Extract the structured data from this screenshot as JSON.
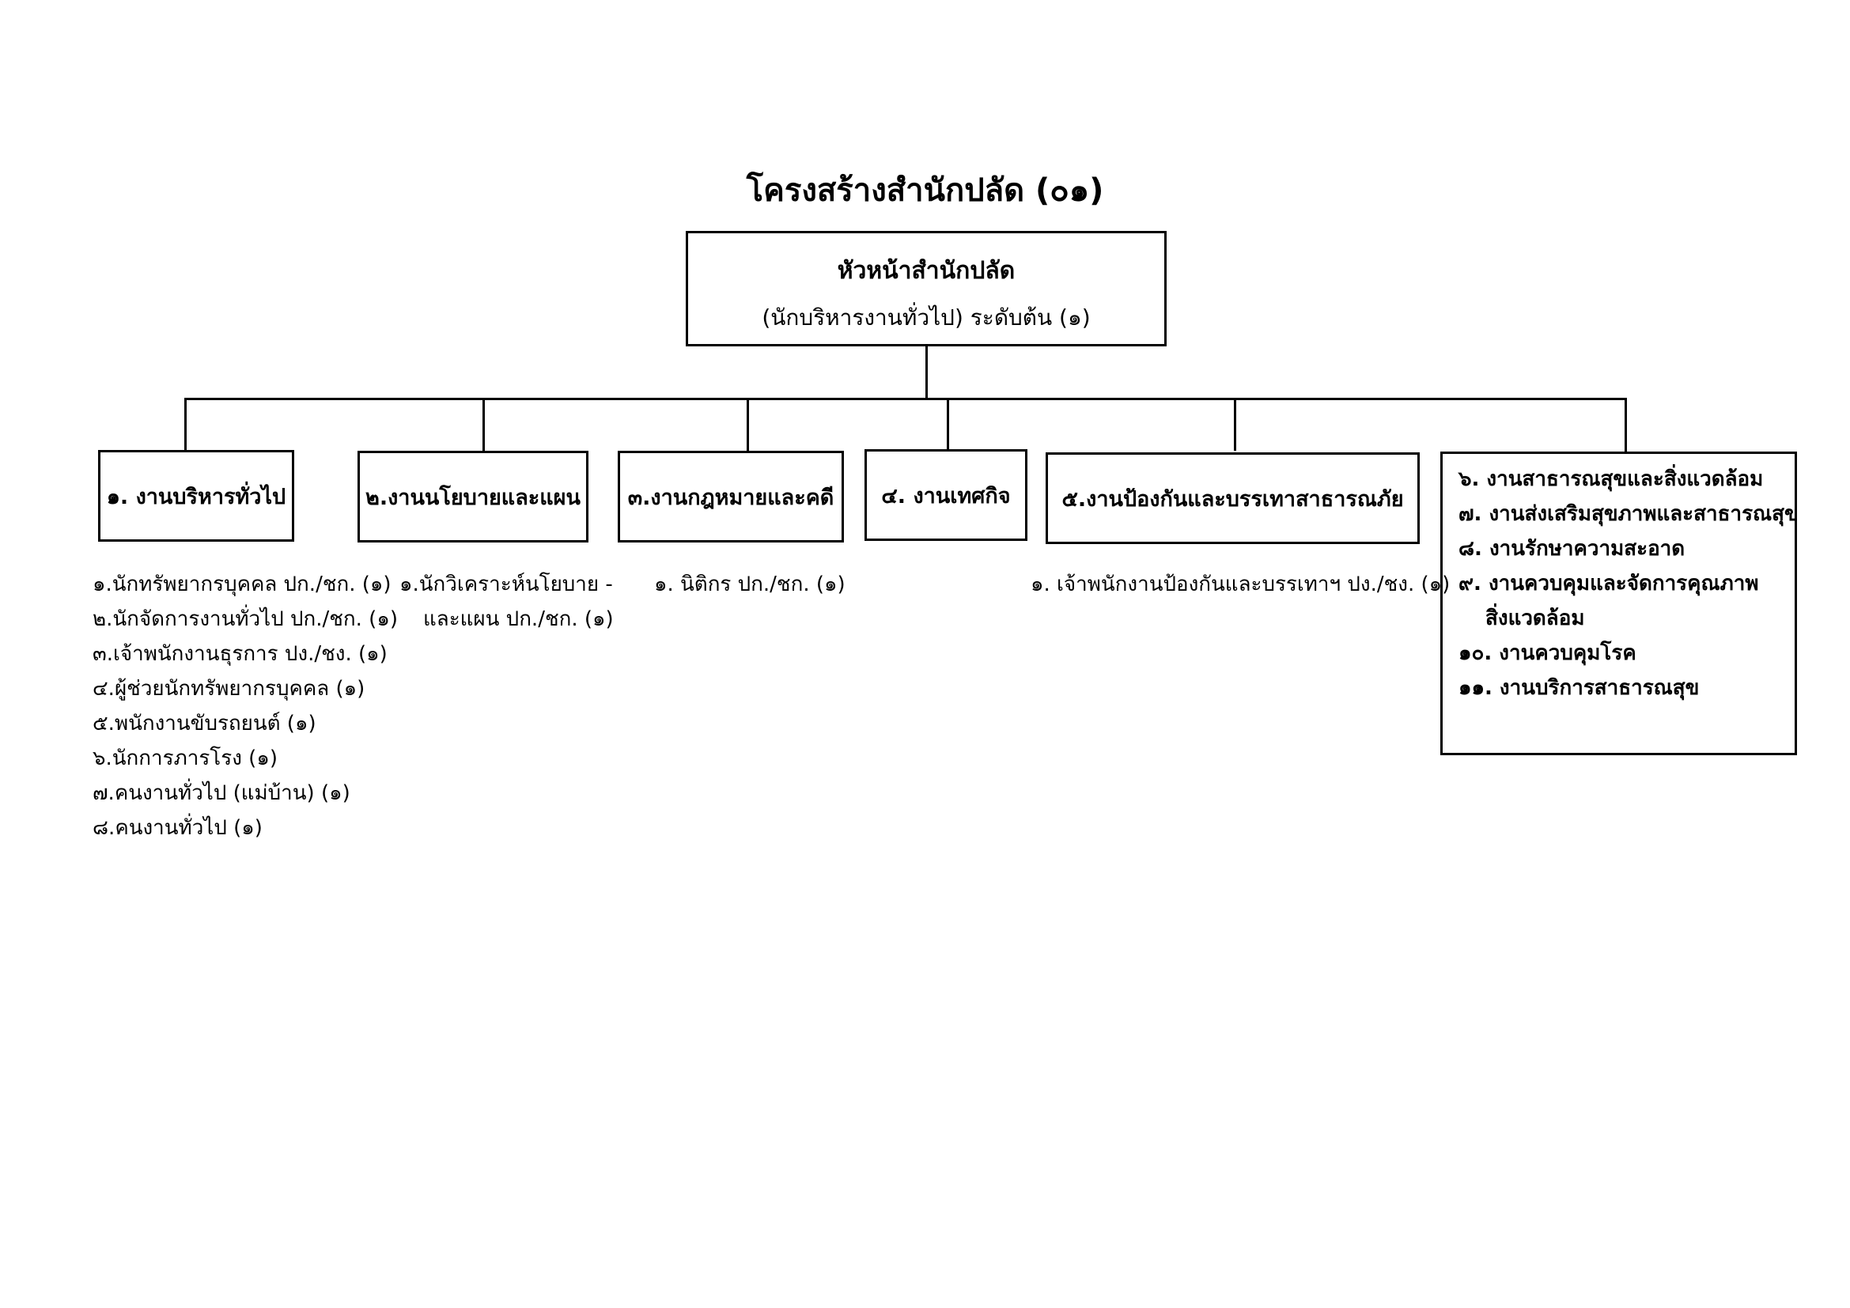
{
  "title": "โครงสร้างสำนักปลัด (๐๑)",
  "head": {
    "line1": "หัวหน้าสำนักปลัด",
    "line2": "(นักบริหารงานทั่วไป) ระดับต้น (๑)"
  },
  "units": [
    {
      "label": "๑. งานบริหารทั่วไป",
      "staff": [
        "๑.นักทรัพยากรบุคคล ปก./ชก. (๑)",
        "๒.นักจัดการงานทั่วไป ปก./ชก. (๑)",
        "๓.เจ้าพนักงานธุรการ ปง./ชง. (๑)",
        "๔.ผู้ช่วยนักทรัพยากรบุคคล (๑)",
        "๕.พนักงานขับรถยนต์ (๑)",
        "๖.นักการภารโรง (๑)",
        "๗.คนงานทั่วไป (แม่บ้าน) (๑)",
        "๘.คนงานทั่วไป (๑)"
      ]
    },
    {
      "label": "๒.งานนโยบายและแผน",
      "staff": [
        "๑.นักวิเคราะห์นโยบาย -",
        "และแผน ปก./ชก. (๑)"
      ]
    },
    {
      "label": "๓.งานกฎหมายและคดี",
      "staff": [
        "๑. นิติกร ปก./ชก. (๑)"
      ]
    },
    {
      "label": "๔. งานเทศกิจ",
      "staff": []
    },
    {
      "label": "๕.งานป้องกันและบรรเทาสาธารณภัย",
      "staff": [
        "๑. เจ้าพนักงานป้องกันและบรรเทาฯ ปง./ชง. (๑)"
      ]
    },
    {
      "items": [
        "๖. งานสาธารณสุขและสิ่งแวดล้อม",
        "๗. งานส่งเสริมสุขภาพและสาธารณสุข",
        "๘. งานรักษาความสะอาด",
        "๙. งานควบคุมและจัดการคุณภาพ",
        "สิ่งแวดล้อม",
        "๑๐. งานควบคุมโรค",
        "๑๑. งานบริการสาธารณสุข"
      ]
    }
  ]
}
